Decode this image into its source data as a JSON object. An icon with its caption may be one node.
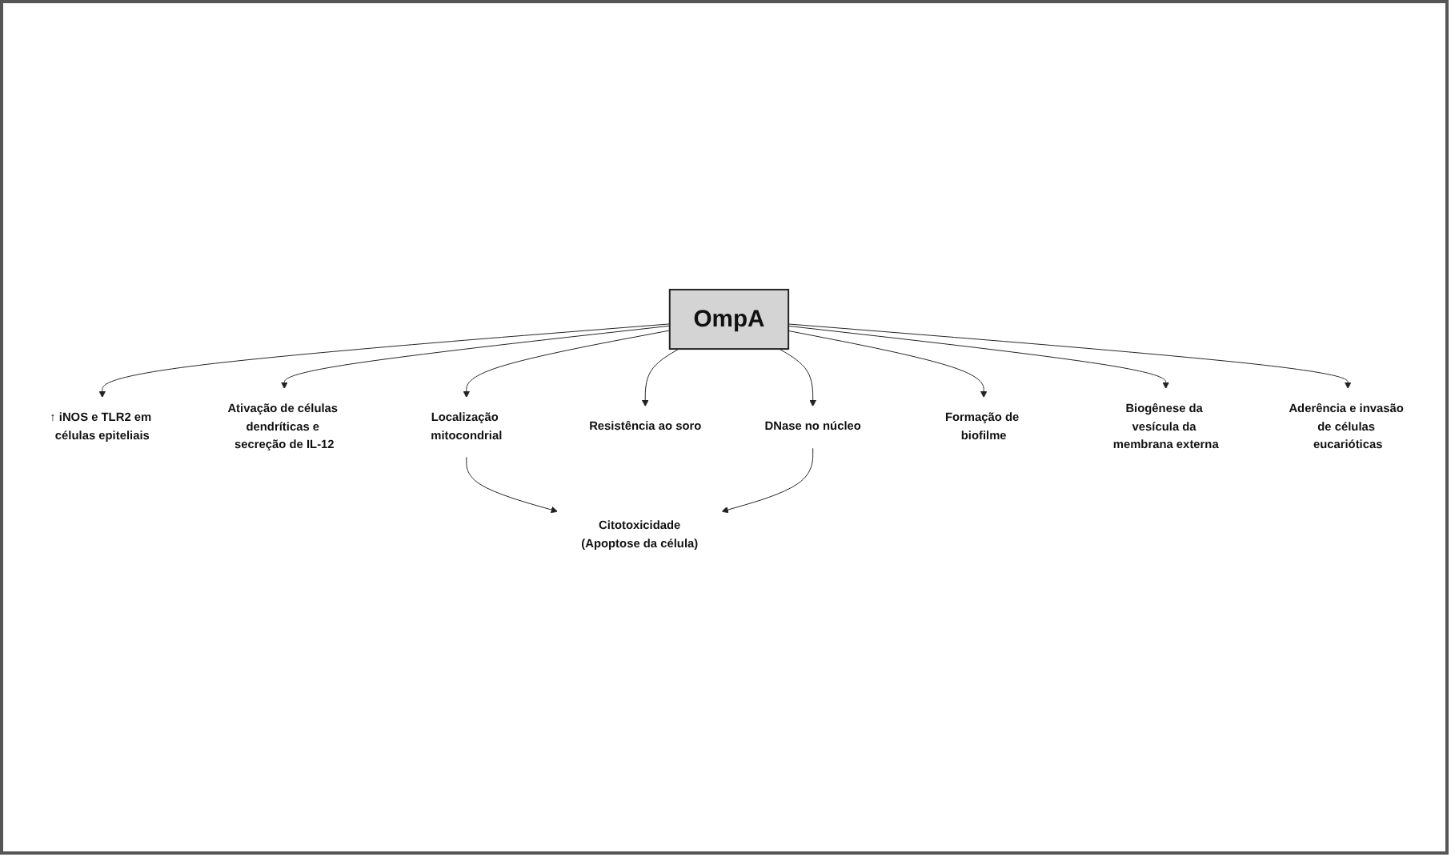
{
  "diagram": {
    "nodes": [
      {
        "text": [
          "OmpA"
        ]
      },
      {
        "text": [
          "↑ iNOS e TLR2 em células epiteliais"
        ]
      },
      {
        "text": [
          "Ativação de células dendríticas e secreção de IL-12"
        ]
      },
      {
        "text": [
          "Localização mitocondrial"
        ]
      },
      {
        "text": [
          "Resistência ao soro"
        ]
      },
      {
        "text": [
          "Citotoxicidade",
          "(Apoptose da célula)"
        ]
      },
      {
        "text": [
          "DNase no núcleo"
        ]
      },
      {
        "text": [
          "Formação de biofilme"
        ]
      },
      {
        "text": [
          "Biogênese da vesícula da membrana externa"
        ]
      },
      {
        "text": [
          "Aderência e invasão de células eucarióticas"
        ]
      }
    ],
    "edges": [
      {
        "from": 0,
        "to": 1,
        "arrow": "to"
      },
      {
        "from": 0,
        "to": 2,
        "arrow": "to"
      },
      {
        "from": 0,
        "to": 3,
        "arrow": "to"
      },
      {
        "from": 0,
        "to": 4,
        "arrow": "to"
      },
      {
        "from": 3,
        "to": 5,
        "arrow": "to"
      },
      {
        "from": 0,
        "to": 6,
        "arrow": "to"
      },
      {
        "from": 6,
        "to": 5,
        "arrow": "to"
      },
      {
        "from": 0,
        "to": 7,
        "arrow": "to"
      },
      {
        "from": 0,
        "to": 8,
        "arrow": "to"
      },
      {
        "from": 0,
        "to": 9,
        "arrow": "to"
      }
    ]
  }
}
